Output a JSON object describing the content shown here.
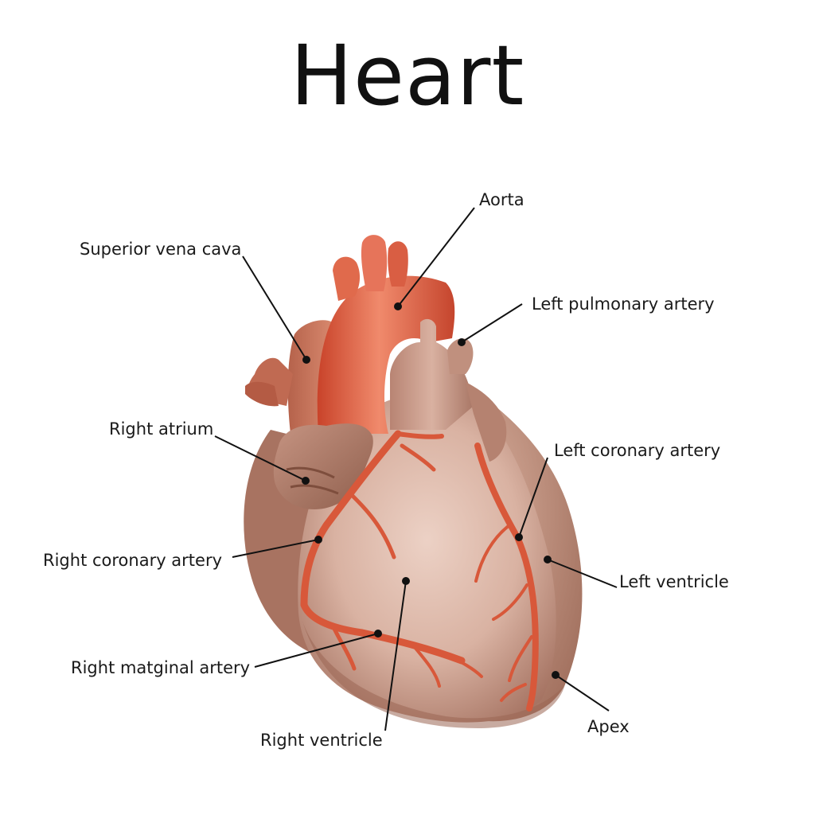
{
  "title": "Heart",
  "colors": {
    "artery": "#e0573a",
    "artery_dark": "#b8381f",
    "muscle": "#d7ab9a",
    "muscle_dark": "#9f6e5c",
    "muscle_shadow": "#8c5a48",
    "leader": "#111111",
    "background": "#ffffff"
  },
  "labels": {
    "aorta": "Aorta",
    "superior_vena_cava": "Superior vena cava",
    "left_pulmonary_artery": "Left pulmonary artery",
    "right_atrium": "Right atrium",
    "left_coronary_artery": "Left coronary artery",
    "right_coronary_artery": "Right coronary artery",
    "left_ventricle": "Left ventricle",
    "right_marginal_artery": "Right matginal artery",
    "apex": "Apex",
    "right_ventricle": "Right ventricle"
  }
}
